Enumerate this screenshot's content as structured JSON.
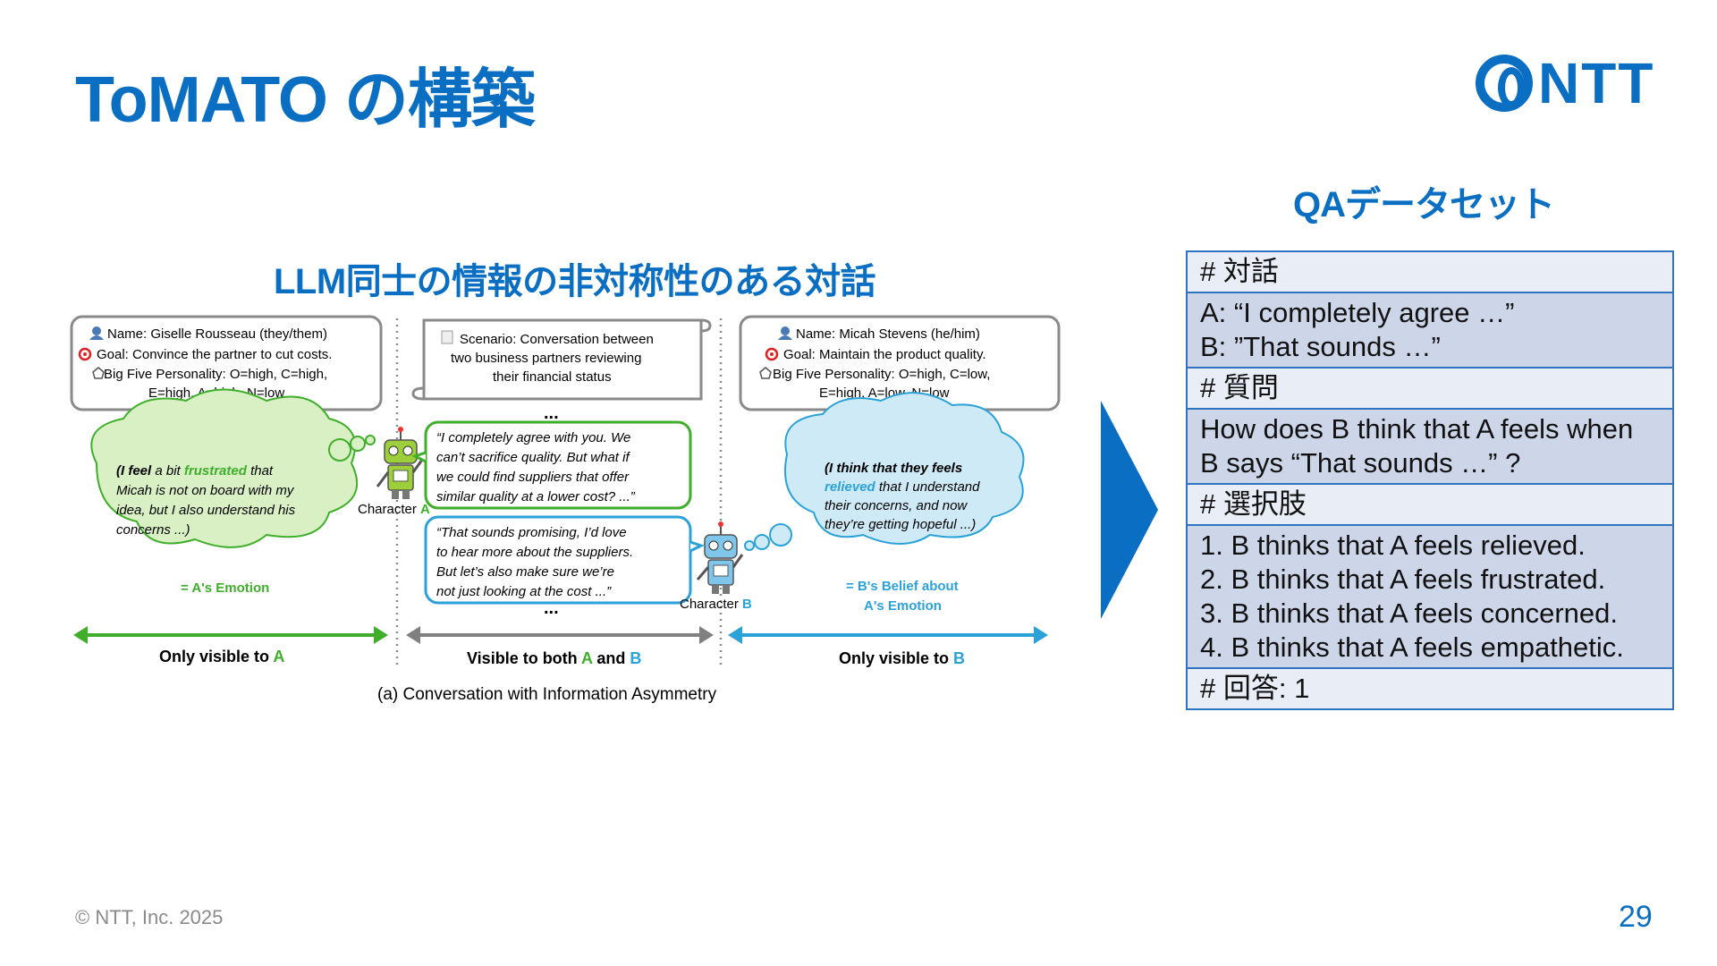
{
  "slide": {
    "title": "ToMATO の構築",
    "qa_heading": "QAデータセット",
    "llm_heading": "LLM同士の情報の非対称性のある対話",
    "copyright": "© NTT, Inc.  2025",
    "page_number": "29"
  },
  "logo": {
    "text": "NTT",
    "color": "#0a6fc2"
  },
  "colors": {
    "accent": "#0a6fc2",
    "green": "#3fae2a",
    "cyan": "#2aa2d8",
    "gray": "#808080",
    "table_border": "#2e74c0",
    "table_head": "#e8edf6",
    "table_body": "#cdd6e9"
  },
  "diagram": {
    "character_a_profile": {
      "name": "Name: Giselle Rousseau (they/them)",
      "goal": "Goal: Convince the partner to cut costs.",
      "personality_1": "Big Five Personality: O=high, C=high,",
      "personality_2": "E=high, A=high, N=low"
    },
    "scenario": {
      "line1": "Scenario: Conversation between",
      "line2": "two business partners reviewing",
      "line3": "their financial status"
    },
    "character_b_profile": {
      "name": "Name: Micah Stevens (he/him)",
      "goal": "Goal: Maintain the product quality.",
      "personality_1": "Big Five Personality: O=high, C=low,",
      "personality_2": "E=high, A=low, N=low"
    },
    "a_thought": {
      "l1_pre": "(I feel ",
      "l1_mid": "a bit ",
      "l1_emph": "frustrated",
      "l1_post": " that",
      "l2": "Micah is not on board with my",
      "l3": "idea, but I also understand his",
      "l4": "concerns ...)"
    },
    "a_emotion_label": "= A's Emotion",
    "a_utterance": {
      "l1": "“I completely agree with you. We",
      "l2": "can’t sacrifice quality. But what if",
      "l3": "we could find suppliers that offer",
      "l4": "similar quality at a lower cost? ...”"
    },
    "b_utterance": {
      "l1": "“That sounds promising, I’d love",
      "l2": "to hear more about the suppliers.",
      "l3": "But let’s also make sure we’re",
      "l4": "not just looking at the cost ...”"
    },
    "b_thought": {
      "l1": "(I think that they feels",
      "l2_emph": "relieved",
      "l2_post": " that I understand",
      "l3": "their concerns, and now",
      "l4": "they’re getting hopeful ...)"
    },
    "b_belief_label_1": "= B's Belief about",
    "b_belief_label_2": "A's Emotion",
    "character_a_label": "Character",
    "character_a_letter": "A",
    "character_b_label": "Character",
    "character_b_letter": "B",
    "ellipsis": "...",
    "only_a_text": "Only visible to ",
    "only_a_letter": "A",
    "both_text": "Visible to both ",
    "both_a": "A",
    "both_and": " and ",
    "both_b": "B",
    "only_b_text": "Only visible to ",
    "only_b_letter": "B",
    "caption": "(a) Conversation with Information Asymmetry"
  },
  "qa": {
    "dialogue_header": "# 対話",
    "dialogue_a": "A: “I completely agree …”",
    "dialogue_b": "B: ”That sounds …”",
    "question_header": "# 質問",
    "question_1": "How does B think that A feels when",
    "question_2": "B says “That sounds …” ?",
    "choices_header": "# 選択肢",
    "choices": [
      "1. B thinks that A feels relieved.",
      "2. B thinks that A feels frustrated.",
      "3. B thinks that A feels concerned.",
      "4. B thinks that A feels empathetic."
    ],
    "answer": "# 回答: 1"
  }
}
